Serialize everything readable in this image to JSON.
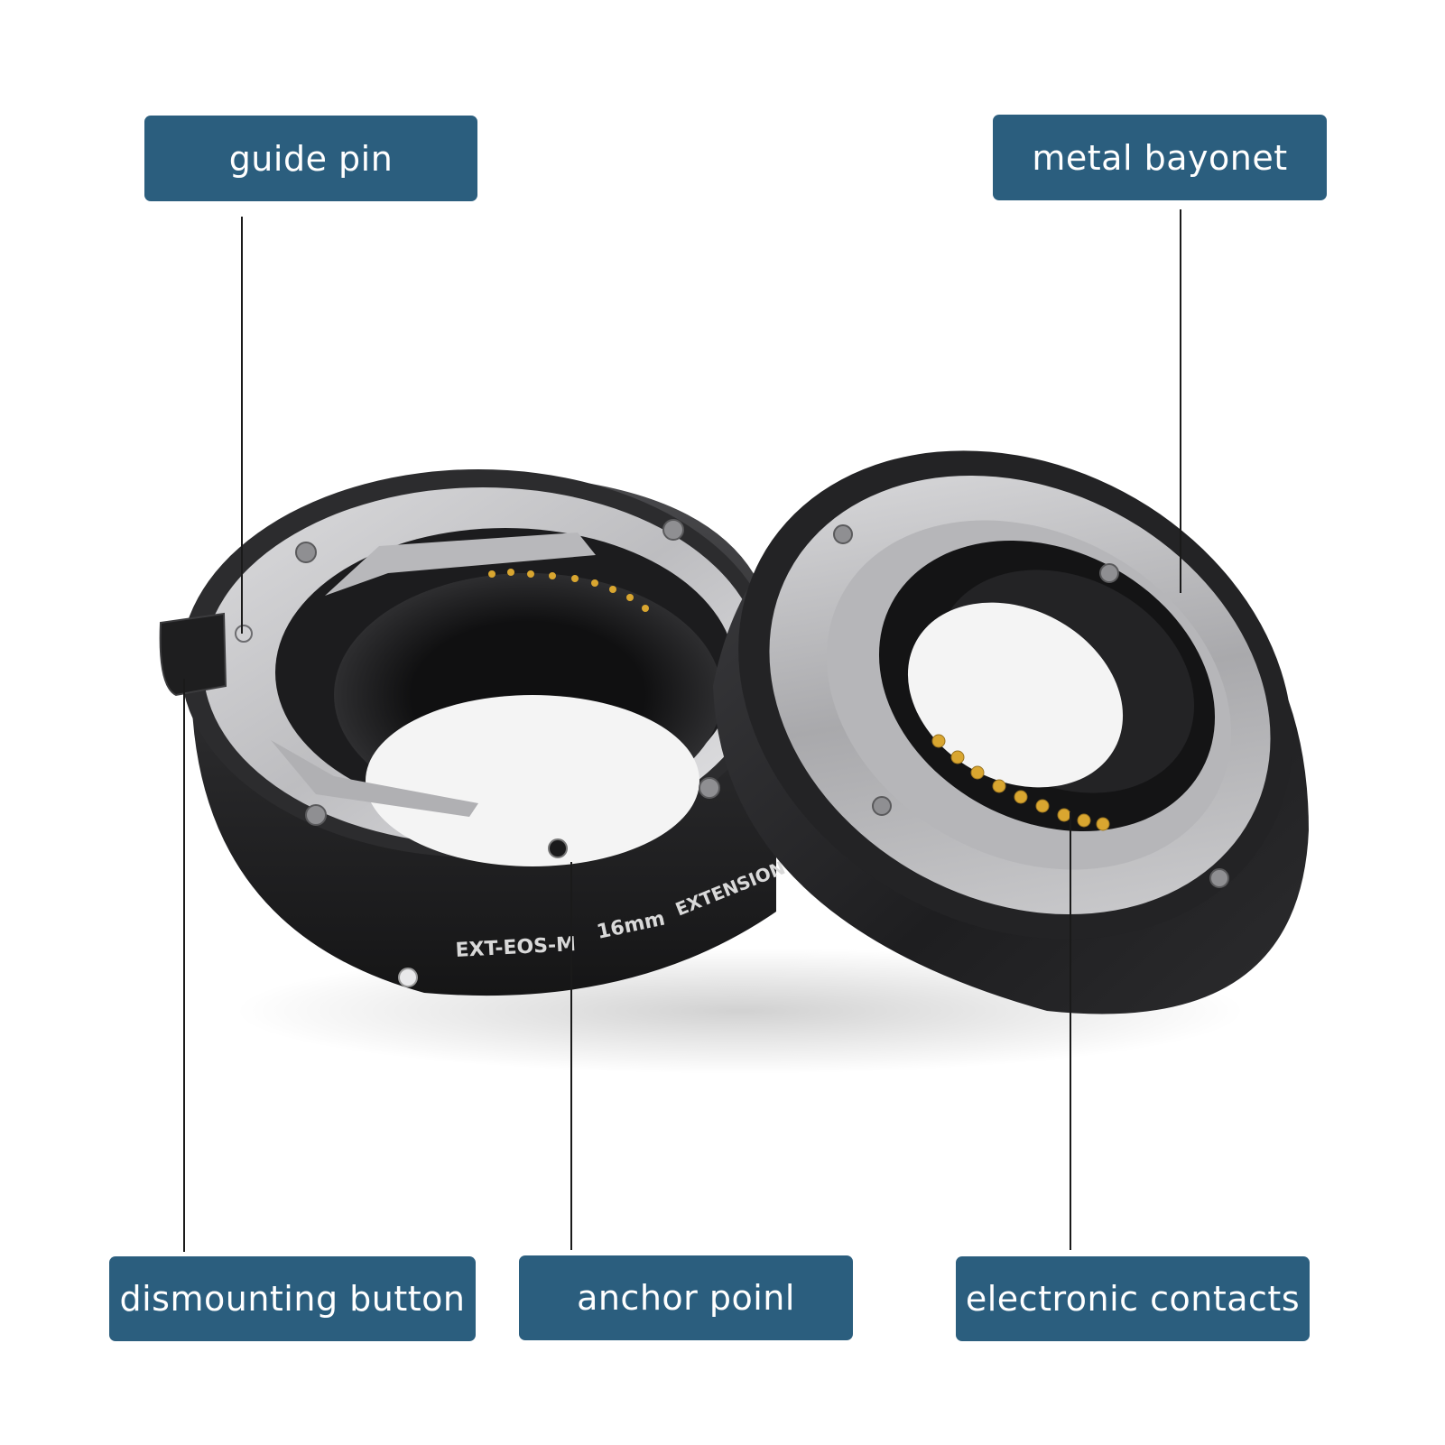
{
  "labels": {
    "guide_pin": "guide pin",
    "metal_bayonet": "metal bayonet",
    "dismounting_button": "dismounting button",
    "anchor_point": "anchor poinl",
    "electronic_contacts": "electronic contacts"
  },
  "engraving": {
    "model": "EXT-EOS-M",
    "length": "16mm",
    "name": "EXTENSION"
  },
  "colors": {
    "label_background": "#2b5e7e",
    "label_text": "#ffffff",
    "leader_line": "#1a1a1a",
    "ring_body": "#2a2a2c",
    "mount_metal": "#c4c4c6",
    "contact_gold": "#d9a630"
  }
}
